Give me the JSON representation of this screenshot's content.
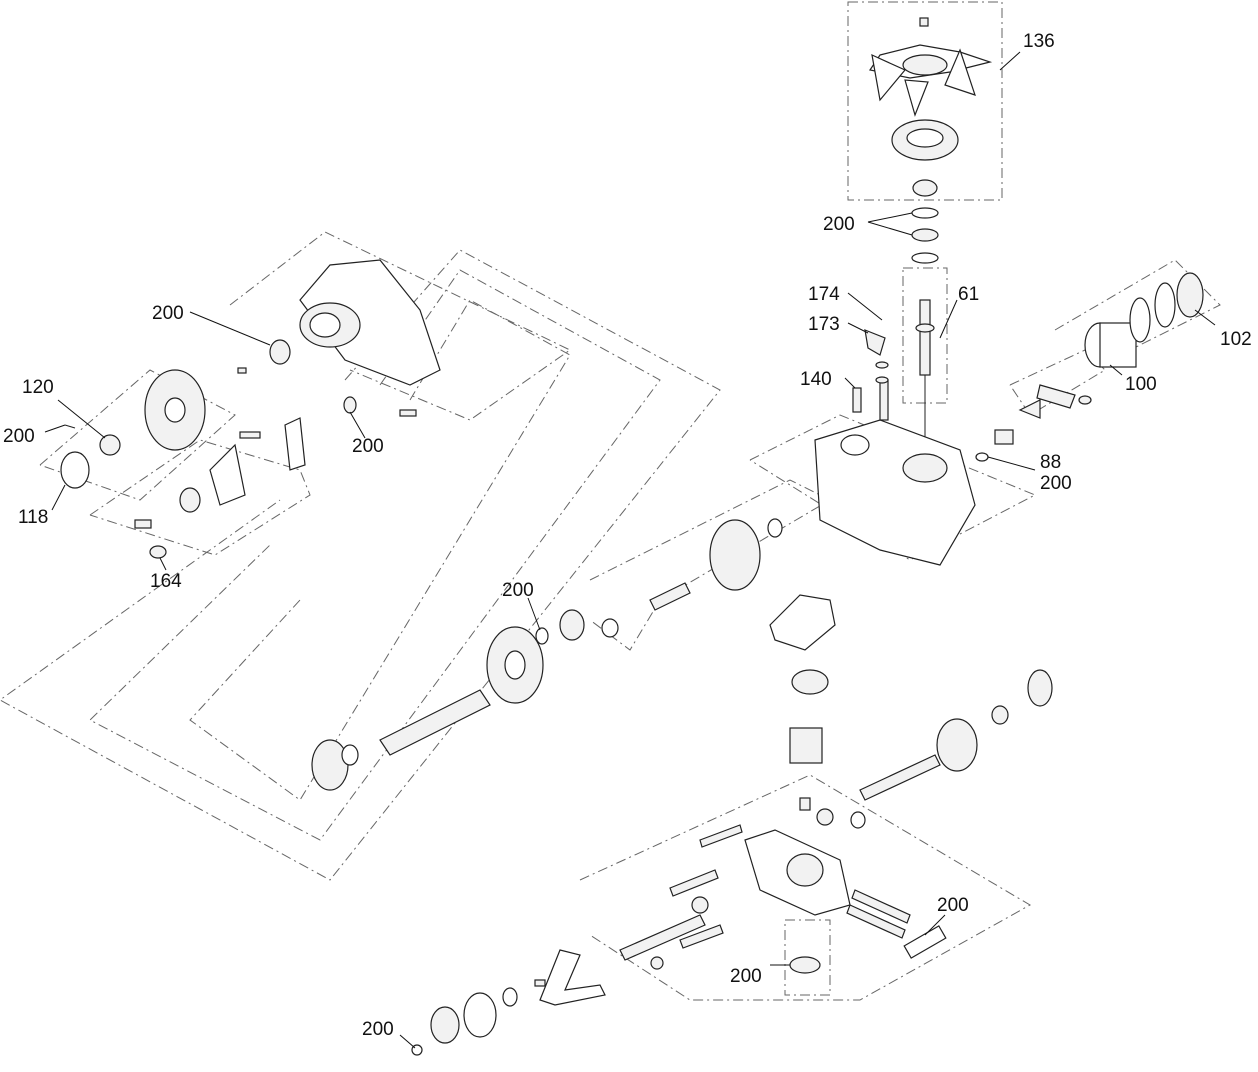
{
  "diagram": {
    "callouts": {
      "c136": "136",
      "c200_top": "200",
      "c174": "174",
      "c61": "61",
      "c173": "173",
      "c102": "102",
      "c140": "140",
      "c100": "100",
      "c88": "88",
      "c200_88": "200",
      "c200_left_upper": "200",
      "c120": "120",
      "c200_left": "200",
      "c200_mid_upper": "200",
      "c118": "118",
      "c164": "164",
      "c200_gear": "200",
      "c200_right_low": "200",
      "c200_bottom_mid": "200",
      "c200_bottom_left": "200"
    }
  }
}
